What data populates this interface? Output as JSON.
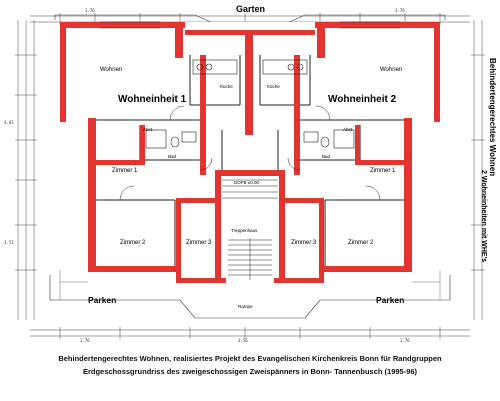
{
  "labels": {
    "garden": "Garten",
    "unit1": "Wohneinheit 1",
    "unit2": "Wohneinheit 2",
    "parking_left": "Parken",
    "parking_right": "Parken",
    "living_left": "Wohnen",
    "living_right": "Wohnen",
    "kitchen_left": "Küche",
    "kitchen_right": "Küche",
    "room1_left": "Zimmer 1",
    "room1_right": "Zimmer 1",
    "room2_left": "Zimmer 2",
    "room2_right": "Zimmer 2",
    "room3_left": "Zimmer 3",
    "room3_right": "Zimmer 3",
    "bath_left": "Bad",
    "bath_right": "Bad",
    "abst_left": "Abst.",
    "abst_right": "Abst.",
    "stair": "Treppenhaus",
    "stair_note": "DOFB ±0.00",
    "ramp": "Rampe",
    "side_text": "Behindertengerechtes Wohnen",
    "side_text2": "2 Wohneinheiten mit WHE's"
  },
  "caption": {
    "line1": "Behindertengerechtes Wohnen, realisiertes Projekt des Evangelischen Kirchenkreis Bonn für Randgruppen",
    "line2": "Erdgeschossgrundriss des zweigeschossigen Zweispänners in Bonn- Tannenbusch (1995-96)"
  },
  "dims": {
    "top_left": "3.76",
    "top_right": "3.76",
    "bottom_a": "1.76",
    "bottom_b": "3.56",
    "bottom_c": "1.76",
    "side_a": "4.01",
    "side_b": "3.51"
  },
  "colors": {
    "wall": "#e3342f",
    "line": "#222222",
    "grid": "#555555"
  }
}
